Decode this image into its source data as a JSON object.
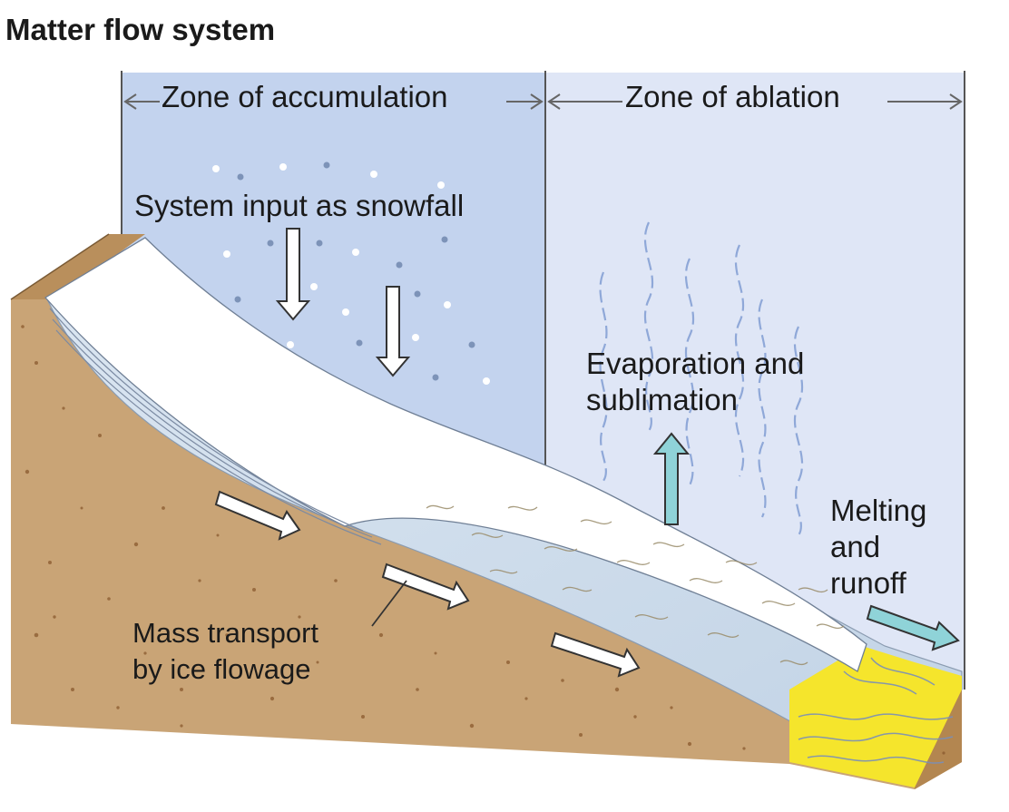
{
  "title": "Matter flow system",
  "zones": {
    "accumulation": "Zone of accumulation",
    "ablation": "Zone of ablation"
  },
  "labels": {
    "snowfall": "System input as snowfall",
    "evaporation_line1": "Evaporation and",
    "evaporation_line2": "sublimation",
    "melting_line1": "Melting",
    "melting_line2": "and",
    "melting_line3": "runoff",
    "mass_line1": "Mass transport",
    "mass_line2": "by ice flowage"
  },
  "colors": {
    "accumulation_bg": "#c3d3ee",
    "ablation_bg": "#dfe6f6",
    "ground": "#c9a476",
    "ground_speckle": "#8a5a2e",
    "glacier_base": "#c9d9ea",
    "snow": "#ffffff",
    "meltwater": "#f5e52c",
    "ablation_arrow": "#8fd3d8",
    "vapor": "#8fa8d8"
  }
}
